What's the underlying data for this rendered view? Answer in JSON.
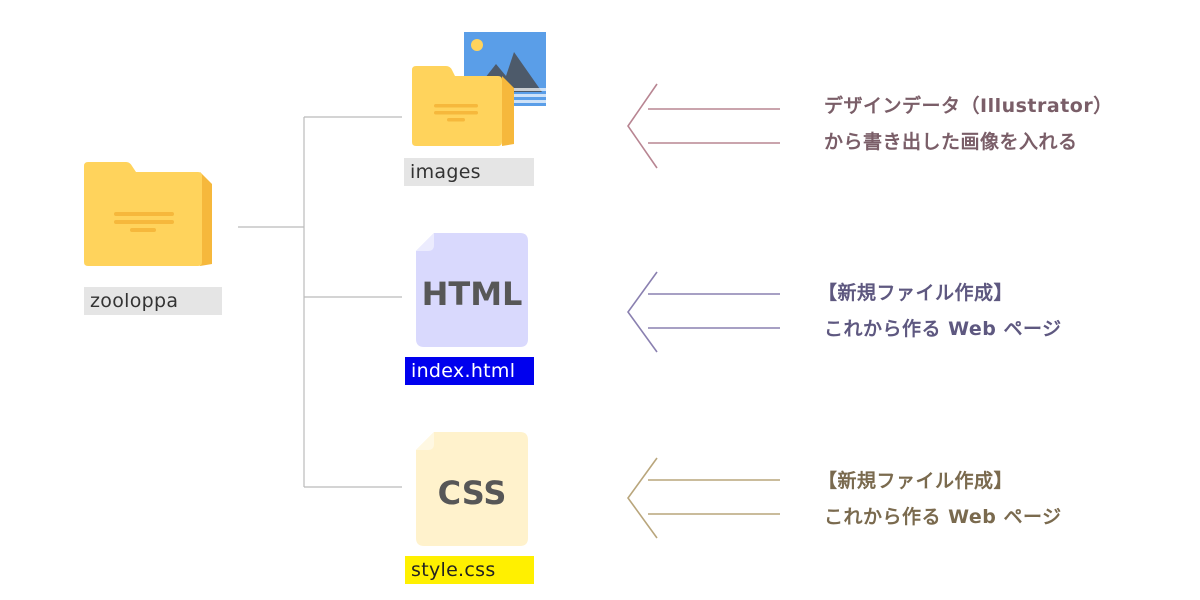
{
  "root": {
    "label": "zooloppa"
  },
  "children": [
    {
      "label": "images",
      "description": [
        "デザインデータ（Illustrator）",
        "から書き出した画像を入れる"
      ],
      "arrow_color": "#b88592",
      "text_color": "#7a5e68"
    },
    {
      "label": "index.html",
      "icon_text": "HTML",
      "description": [
        "【新規ファイル作成】",
        "これから作る Web ページ"
      ],
      "arrow_color": "#8a80b0",
      "text_color": "#5e5880"
    },
    {
      "label": "style.css",
      "icon_text": "CSS",
      "description": [
        "【新規ファイル作成】",
        "これから作る Web ページ"
      ],
      "arrow_color": "#b9a67c",
      "text_color": "#7a6a4e"
    }
  ],
  "colors": {
    "folder": "#ffd35c",
    "folder_dark": "#f6b83c",
    "html_doc": "#d9d9fd",
    "css_doc": "#fff2cc",
    "tree_line": "#bbbbbb"
  }
}
